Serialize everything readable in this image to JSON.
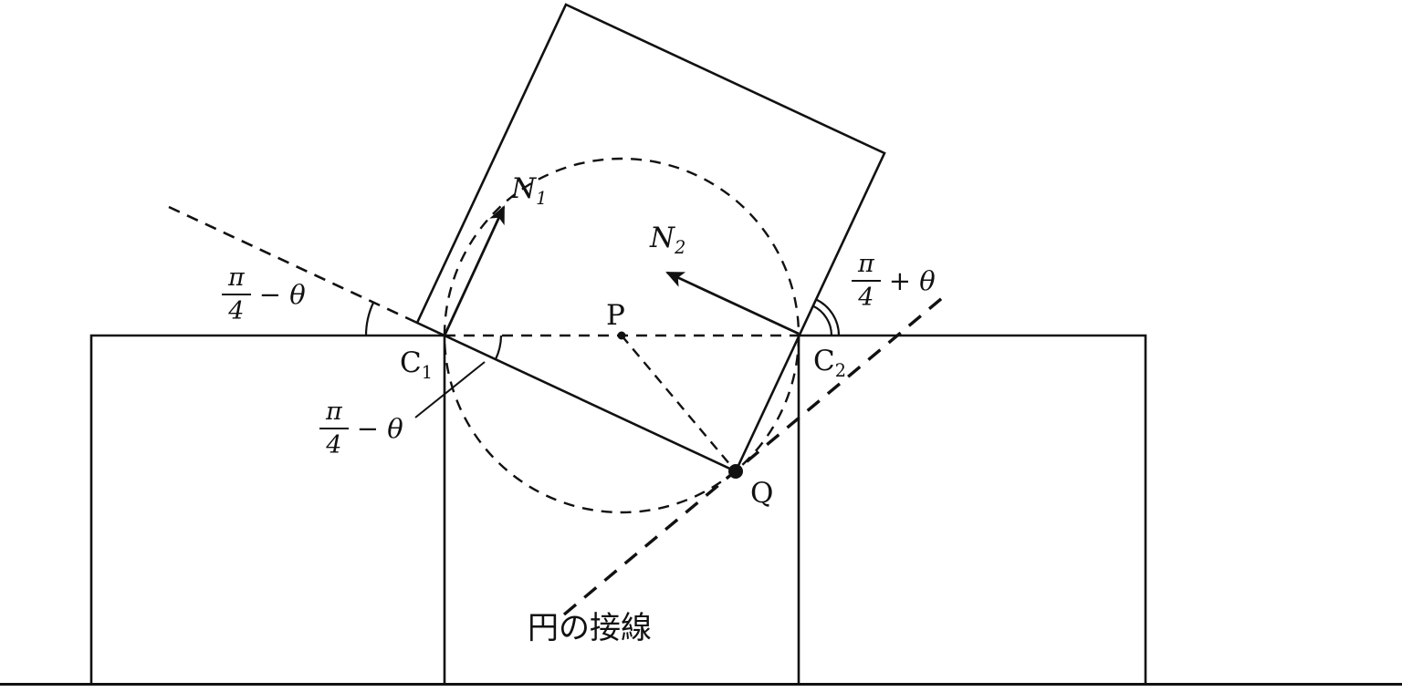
{
  "figure": {
    "stroke_color": "#111111",
    "background_color": "#ffffff",
    "labels": {
      "c1": {
        "base": "C",
        "sub": "1"
      },
      "c2": {
        "base": "C",
        "sub": "2"
      },
      "p": "P",
      "q": "Q",
      "n1": {
        "base": "N",
        "sub": "1"
      },
      "n2": {
        "base": "N",
        "sub": "2"
      },
      "angle_top_left": {
        "num": "π",
        "den": "4",
        "suffix": "− θ"
      },
      "angle_lower_left": {
        "num": "π",
        "den": "4",
        "suffix": "− θ"
      },
      "angle_right": {
        "num": "π",
        "den": "4",
        "suffix": "+ θ"
      },
      "tangent": "円の接線"
    }
  }
}
